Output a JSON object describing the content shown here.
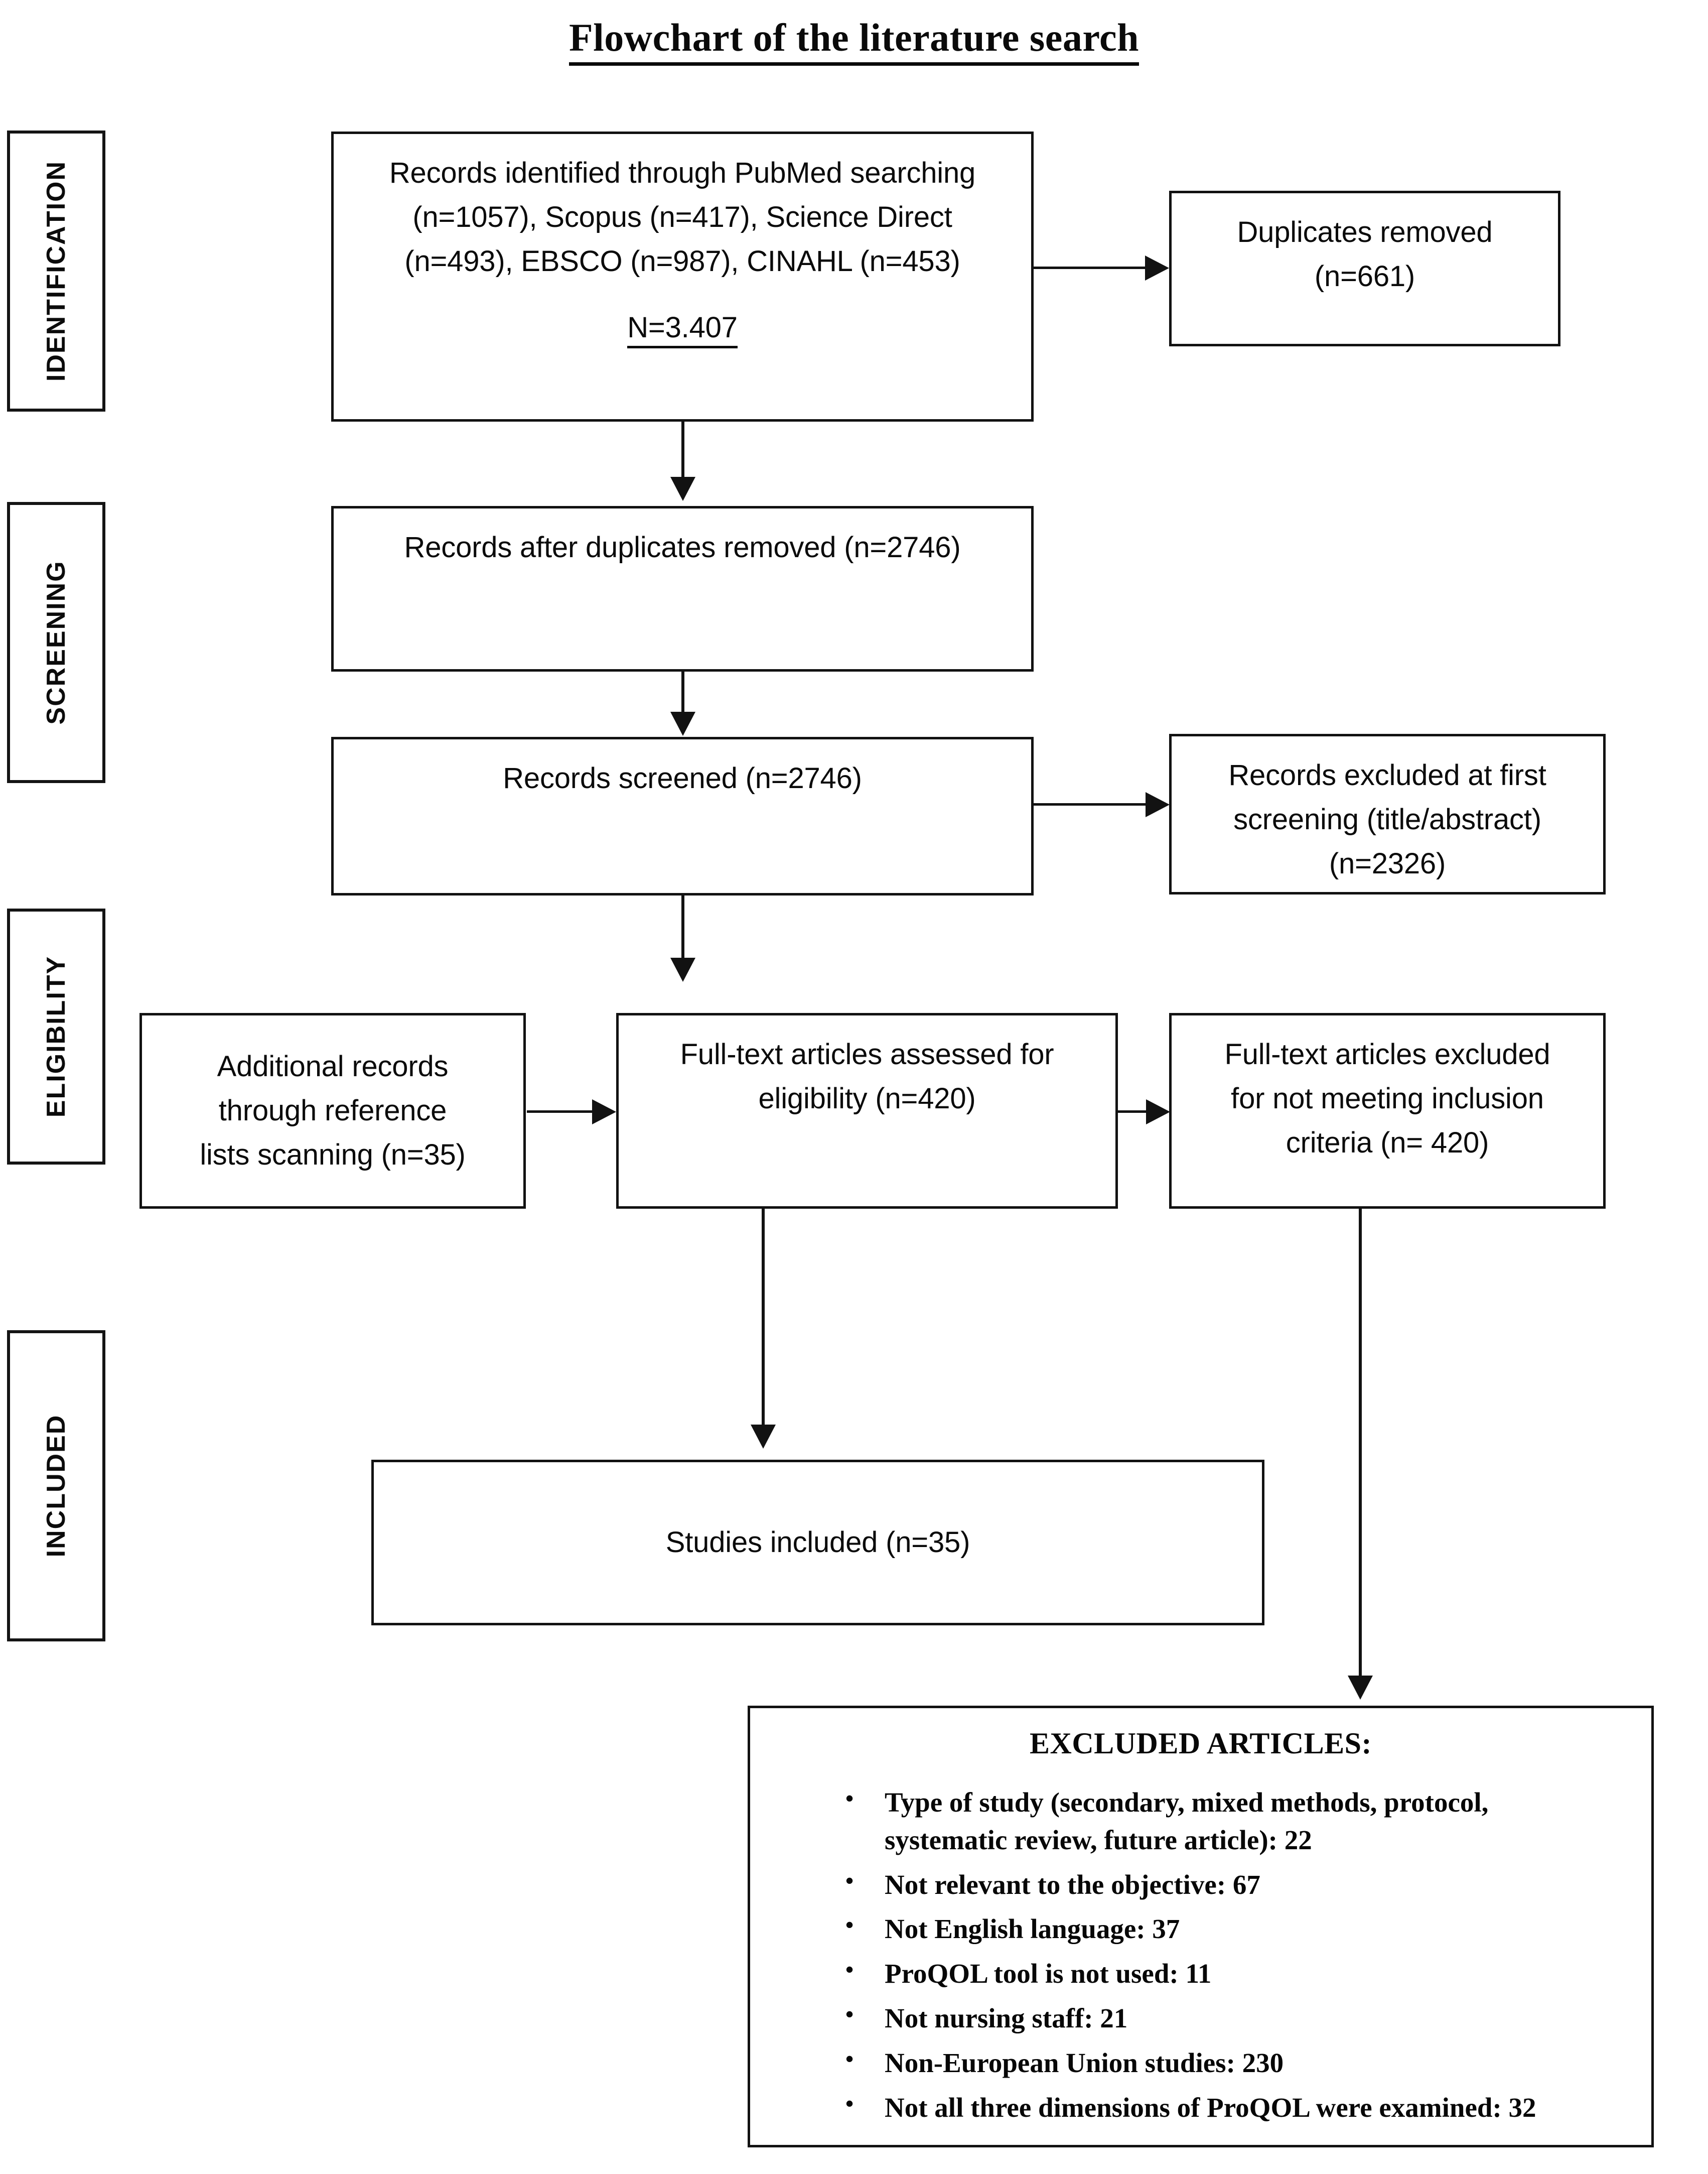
{
  "title": "Flowchart of the literature search",
  "stages": [
    {
      "label": "IDENTIFICATION"
    },
    {
      "label": "SCREENING"
    },
    {
      "label": "ELIGIBILITY"
    },
    {
      "label": "INCLUDED"
    }
  ],
  "boxes": {
    "identification_sources": {
      "line1": "Records identified through PubMed searching",
      "line2": "(n=1057), Scopus (n=417), Science Direct",
      "line3": "(n=493), EBSCO (n=987), CINAHL (n=453)",
      "total": "N=3.407"
    },
    "duplicates_removed": {
      "line1": "Duplicates removed",
      "line2": "(n=661)"
    },
    "records_after_duplicates": {
      "line1": "Records after duplicates removed (n=2746)"
    },
    "records_screened": {
      "line1": "Records screened (n=2746)"
    },
    "records_excluded_first": {
      "line1": "Records excluded at first",
      "line2": "screening (title/abstract)",
      "line3": "(n=2326)"
    },
    "additional_records": {
      "line1": "Additional records",
      "line2": "through reference",
      "line3": "lists scanning (n=35)"
    },
    "fulltext_assessed": {
      "line1": "Full-text articles assessed for",
      "line2": "eligibility (n=420)"
    },
    "fulltext_excluded": {
      "line1": "Full-text articles excluded",
      "line2": "for not meeting inclusion",
      "line3": "criteria (n= 420)"
    },
    "studies_included": {
      "line1": "Studies included (n=35)"
    }
  },
  "excluded_articles": {
    "heading": "EXCLUDED ARTICLES:",
    "items": [
      "Type of study (secondary, mixed methods, protocol, systematic review, future article): 22",
      "Not relevant to the objective: 67",
      "Not English language: 37",
      "ProQOL tool is not used: 11",
      "Not nursing staff: 21",
      "Non-European Union studies: 230",
      "Not all three dimensions of ProQOL were examined: 32"
    ]
  },
  "chart_data": {
    "type": "diagram",
    "title": "Flowchart of the literature search",
    "diagram_kind": "PRISMA flow diagram",
    "stages": [
      "IDENTIFICATION",
      "SCREENING",
      "ELIGIBILITY",
      "INCLUDED"
    ],
    "counts": {
      "pubmed": 1057,
      "scopus": 417,
      "science_direct": 493,
      "ebsco": 987,
      "cinahl": 453,
      "total_identified": 3407,
      "duplicates_removed": 661,
      "records_after_duplicates": 2746,
      "records_screened": 2746,
      "records_excluded_first_screening": 2326,
      "additional_records_reference_lists": 35,
      "fulltext_assessed": 420,
      "fulltext_excluded": 420,
      "studies_included": 35
    },
    "exclusion_reasons": [
      {
        "reason": "Type of study (secondary, mixed methods, protocol, systematic review, future article)",
        "count": 22
      },
      {
        "reason": "Not relevant to the objective",
        "count": 67
      },
      {
        "reason": "Not English language",
        "count": 37
      },
      {
        "reason": "ProQOL tool is not used",
        "count": 11
      },
      {
        "reason": "Not nursing staff",
        "count": 21
      },
      {
        "reason": "Non-European Union studies",
        "count": 230
      },
      {
        "reason": "Not all three dimensions of ProQOL were examined",
        "count": 32
      }
    ]
  }
}
